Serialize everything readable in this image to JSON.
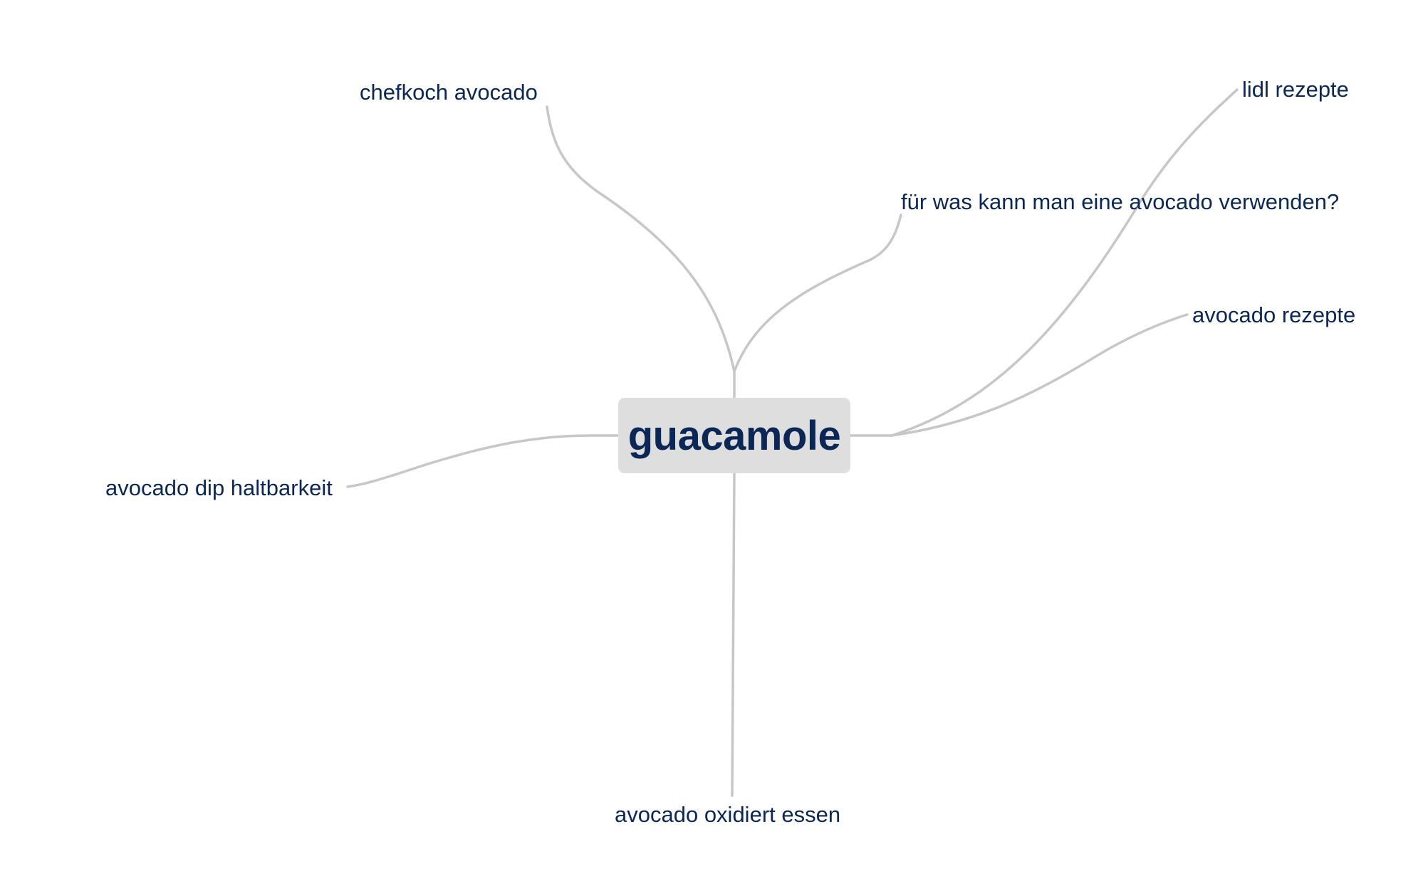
{
  "center": {
    "label": "guacamole"
  },
  "nodes": {
    "chefkoch": "chefkoch avocado",
    "fuer_was": "für was kann man eine avocado verwenden?",
    "lidl": "lidl rezepte",
    "avocado_rezepte": "avocado rezepte",
    "dip_haltbarkeit": "avocado dip haltbarkeit",
    "oxidiert": "avocado oxidiert essen"
  },
  "colors": {
    "text": "#0a2755",
    "node_background": "#dedede",
    "branch_line": "#c7c7c7"
  }
}
